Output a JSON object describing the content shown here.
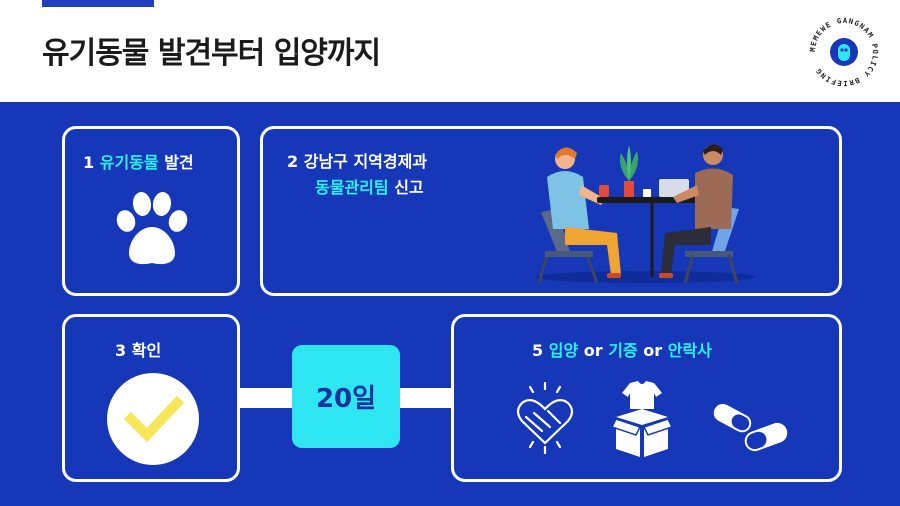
{
  "header": {
    "title": "유기동물 발견부터 입양까지",
    "badge_text": "MEMEWE GANGNAM POLICY BRIEFING"
  },
  "steps": {
    "step1": {
      "number": "1",
      "highlight": "유기동물",
      "text": "발견",
      "icon": "paw-icon"
    },
    "step2": {
      "number": "2",
      "line1": "강남구 지역경제과",
      "highlight": "동물관리팀",
      "text": "신고",
      "illustration": "people-at-table-illustration"
    },
    "step3": {
      "number": "3",
      "text": "확인",
      "icon": "checkmark-icon"
    },
    "period": {
      "label": "20일"
    },
    "step5": {
      "number": "5",
      "opt1": "입양",
      "or1": "or",
      "opt2": "기증",
      "or2": "or",
      "opt3": "안락사",
      "icons": [
        "heart-hands-icon",
        "donation-box-icon",
        "capsule-icon"
      ]
    }
  },
  "colors": {
    "panel": "#1537b8",
    "highlight": "#2ef0f0",
    "check": "#f5e65a",
    "day_box": "#2ee6f2"
  }
}
